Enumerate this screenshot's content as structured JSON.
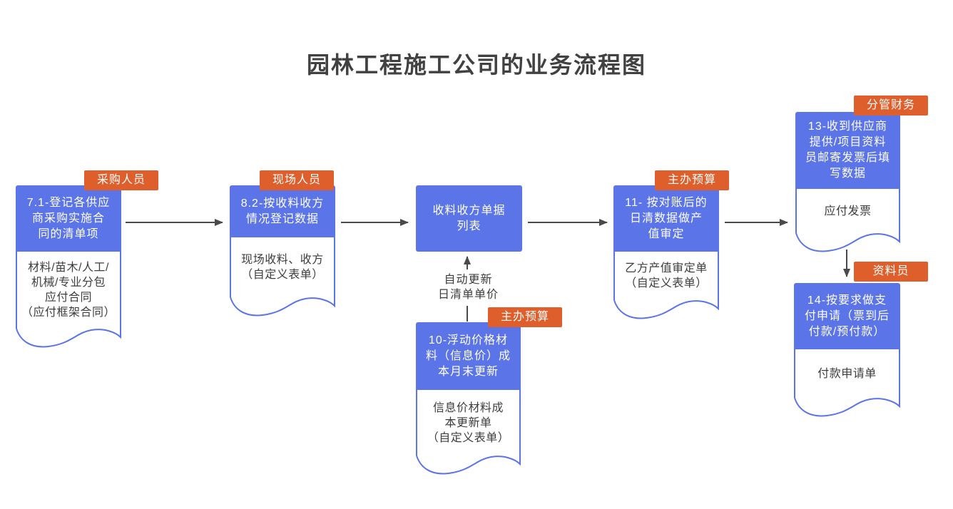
{
  "title": "园林工程施工公司的业务流程图",
  "colors": {
    "node_blue": "#5B74E8",
    "tag_orange": "#DE5F2B",
    "text_dark": "#3D3D3D",
    "arrow_gray": "#4A4A4A",
    "title_color": "#414141",
    "canvas_bg": "#FFFFFF"
  },
  "edge_label": "自动更新\n日清单单价",
  "nodes": {
    "step7": {
      "role_tag": "采购人员",
      "header": "7.1-登记各供应\n商采购实施合\n同的清单项",
      "document": "材料/苗木/人工/\n机械/专业分包\n应付合同\n（应付框架合同）"
    },
    "step8": {
      "role_tag": "现场人员",
      "header": "8.2-按收料收方\n情况登记数据",
      "document": "现场收料、收方\n（自定义表单）"
    },
    "list": {
      "header": "收料收方单据\n列表"
    },
    "step10": {
      "role_tag": "主办预算",
      "header": "10-浮动价格材\n料（信息价）成\n本月末更新",
      "document": "信息价材料成\n本更新单\n（自定义表单）"
    },
    "step11": {
      "role_tag": "主办预算",
      "header": "11- 按对账后的\n日清数据做产\n值审定",
      "document": "乙方产值审定单\n（自定义表单）"
    },
    "step13": {
      "role_tag": "分管财务",
      "header": "13-收到供应商\n提供/项目资料\n员邮寄发票后填\n写数据",
      "document": "应付发票"
    },
    "step14": {
      "role_tag": "资料员",
      "header": "14-按要求做支\n付申请（票到后\n付款/预付款）",
      "document": "付款申请单"
    }
  }
}
